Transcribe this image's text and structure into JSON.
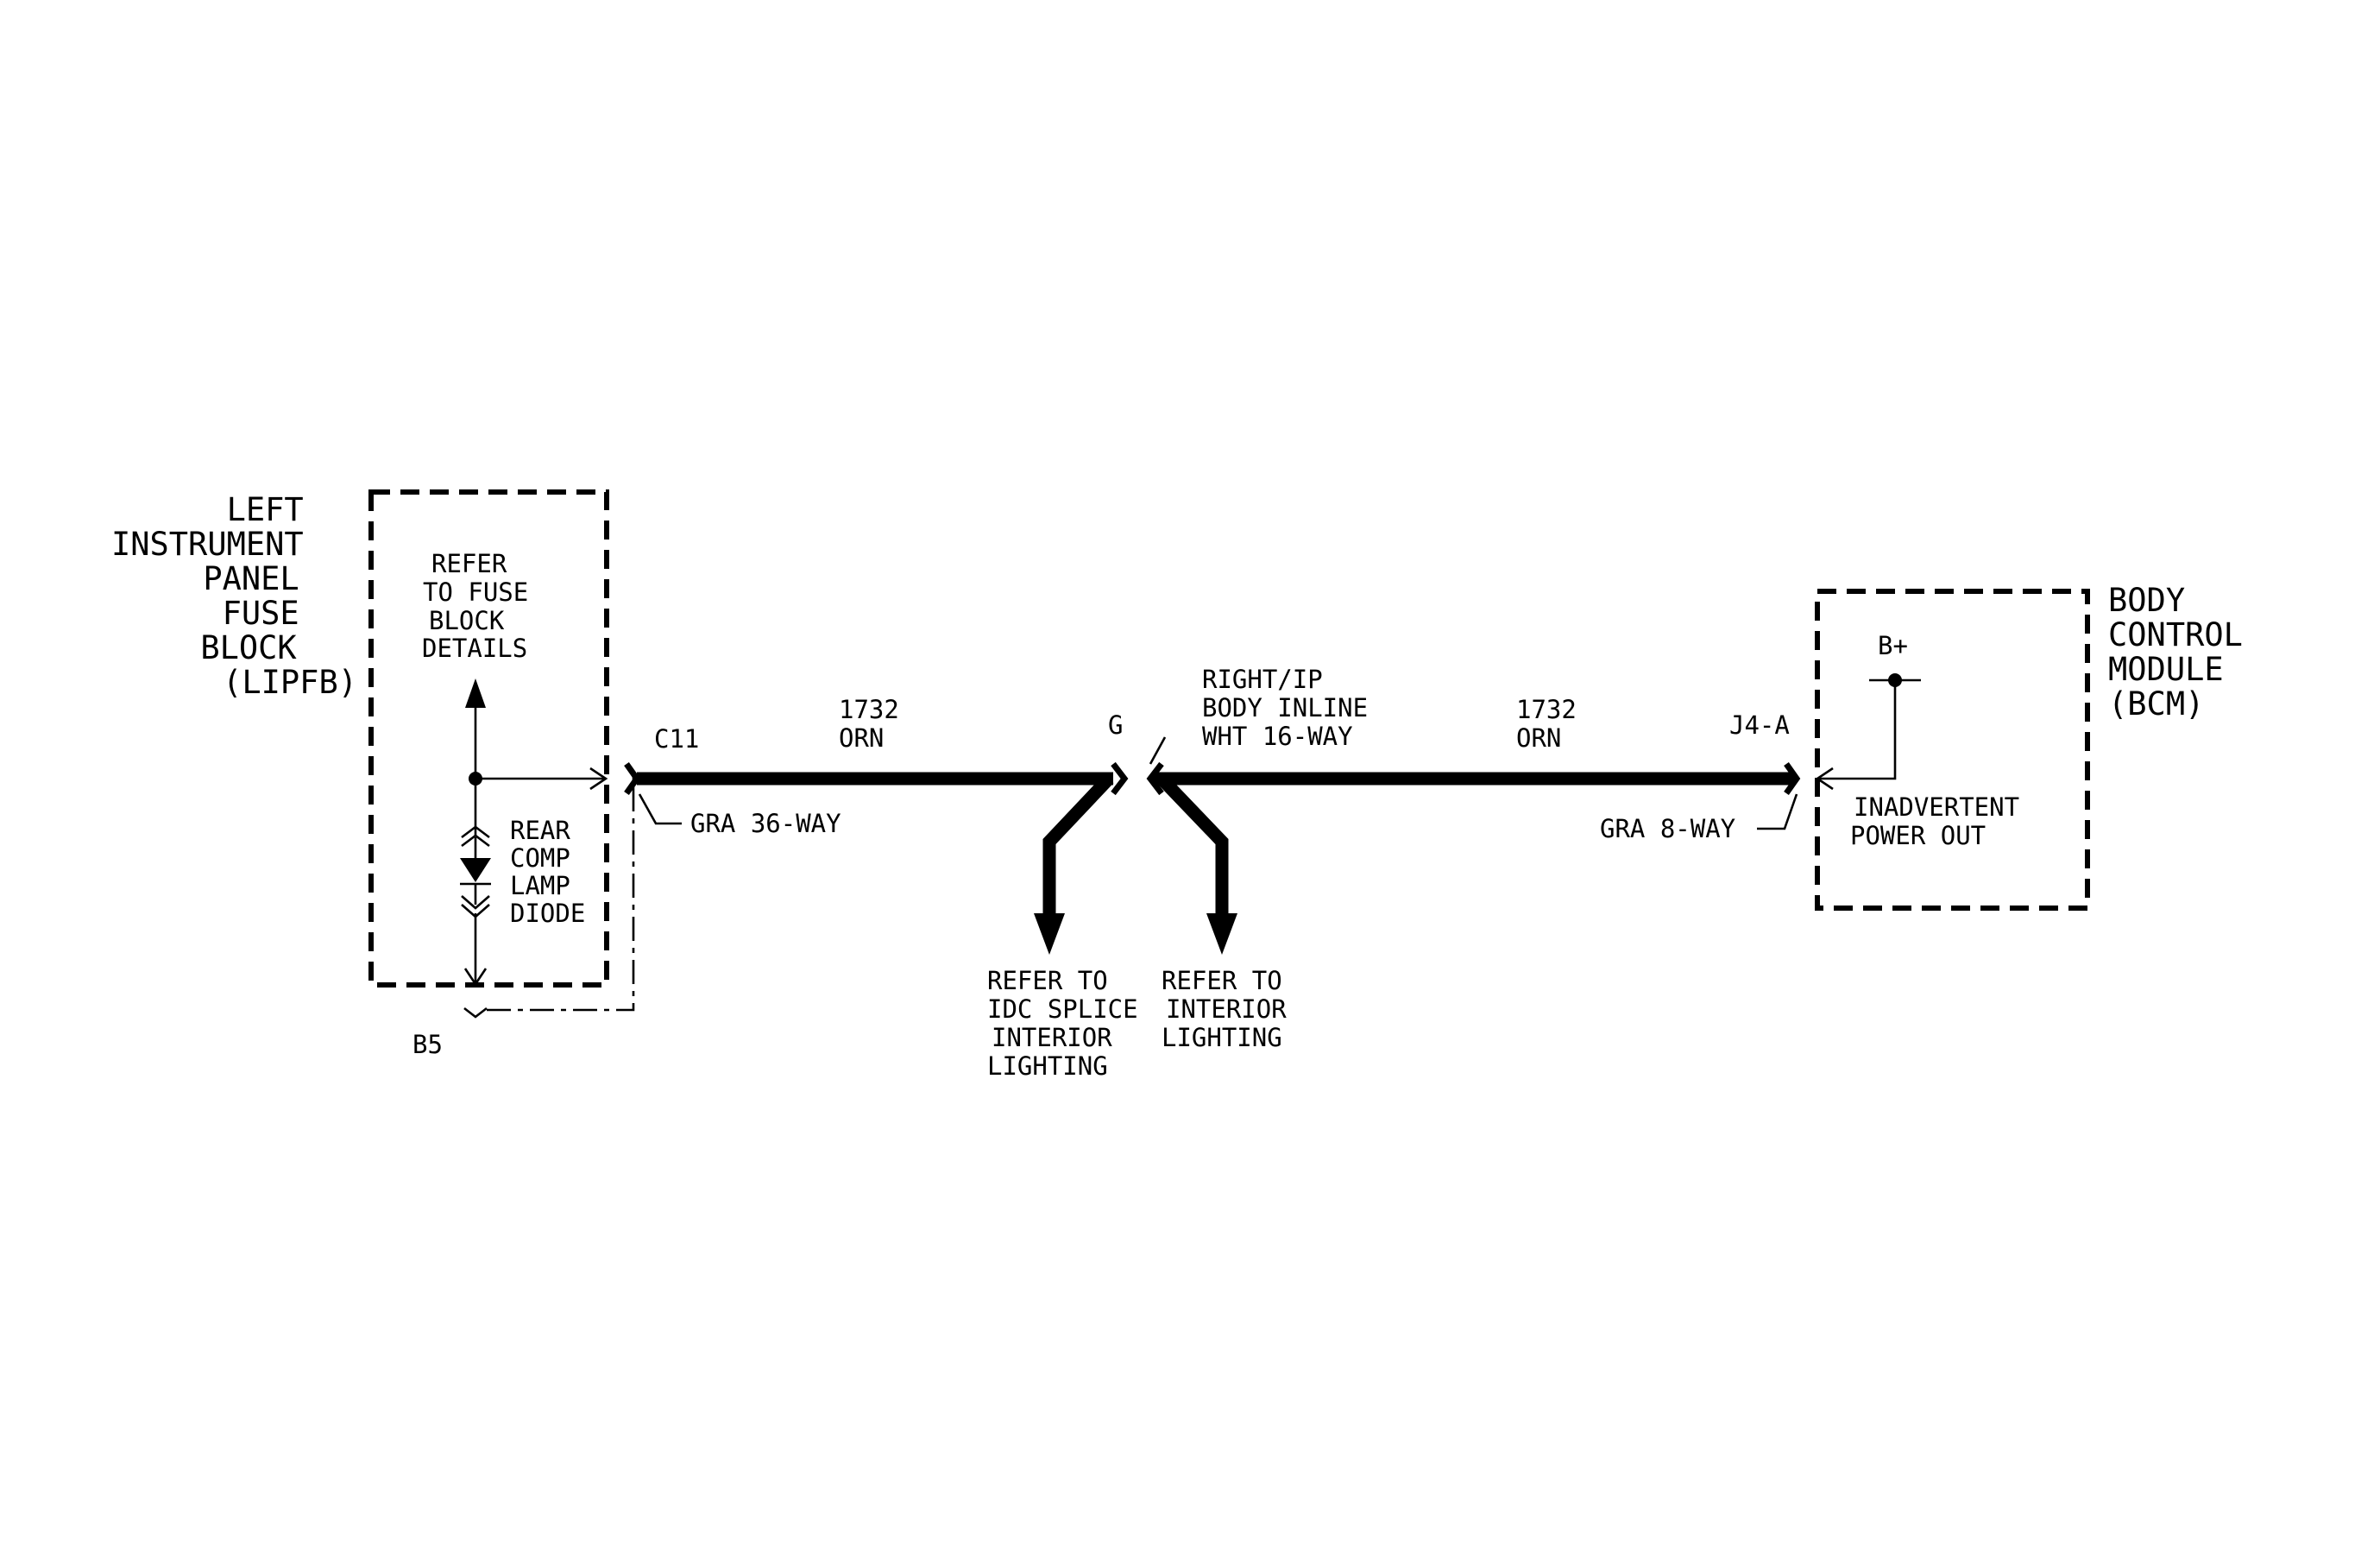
{
  "lipfb": {
    "name_lines": [
      "LEFT",
      "INSTRUMENT",
      "PANEL",
      "FUSE",
      "BLOCK",
      "(LIPFB)"
    ],
    "refer_lines": [
      "REFER",
      "TO FUSE",
      "BLOCK",
      "DETAILS"
    ],
    "diode_lines": [
      "REAR",
      "COMP",
      "LAMP",
      "DIODE"
    ],
    "pin_b5": "B5"
  },
  "connector_c11": {
    "pin": "C11",
    "connector": "GRA 36-WAY"
  },
  "wire_left": {
    "circuit": "1732",
    "color": "ORN"
  },
  "inline": {
    "pin": "G",
    "label_lines": [
      "RIGHT/IP",
      "BODY INLINE",
      "WHT 16-WAY"
    ]
  },
  "refer_left_lines": [
    "REFER TO",
    "IDC SPLICE",
    "INTERIOR",
    "LIGHTING"
  ],
  "refer_right_lines": [
    "REFER TO",
    "INTERIOR",
    "LIGHTING"
  ],
  "wire_right": {
    "circuit": "1732",
    "color": "ORN"
  },
  "bcm": {
    "name_lines": [
      "BODY",
      "CONTROL",
      "MODULE",
      "(BCM)"
    ],
    "pin": "J4-A",
    "connector": "GRA 8-WAY",
    "supply": "B+",
    "output_lines": [
      "INADVERTENT",
      "POWER OUT"
    ]
  }
}
